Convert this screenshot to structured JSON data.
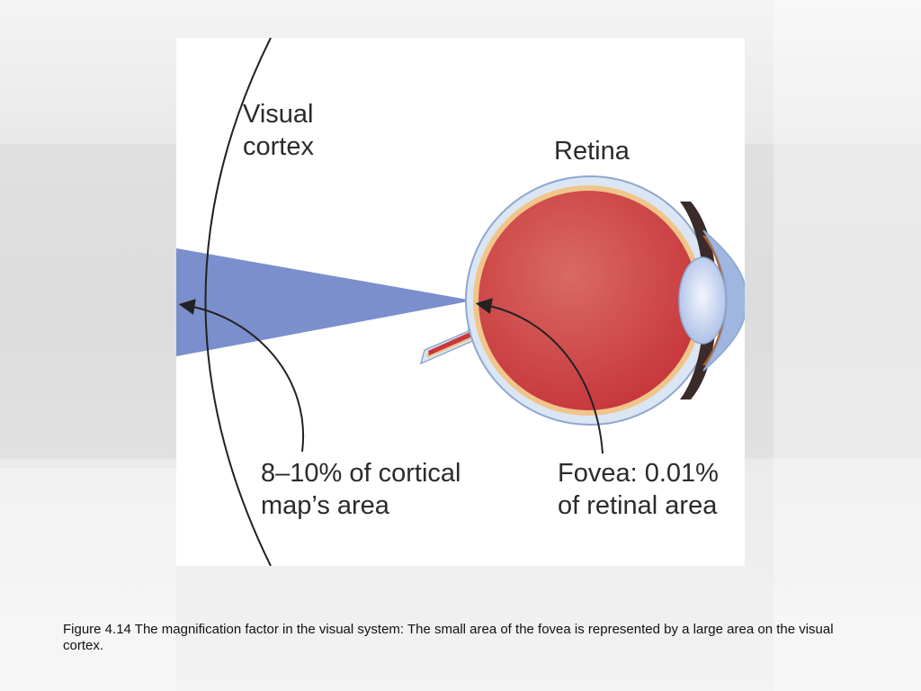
{
  "figure": {
    "labels": {
      "visual_cortex": "Visual\ncortex",
      "retina": "Retina",
      "cortical_area": "8–10% of cortical\nmap’s area",
      "fovea_area": "Fovea: 0.01%\nof retinal area"
    },
    "colors": {
      "eyeball": "#c7373c",
      "eyeball_highlight": "#d96a62",
      "sclera": "#dbe6f4",
      "sclera_edge": "#8ea7cf",
      "retina_layer": "#f1c58a",
      "projection": "#7b8fcc",
      "lens": "#d9e3f6",
      "cornea": "#9fb6e0",
      "iris": "#a8642f",
      "curve": "#222222"
    }
  },
  "caption": "Figure 4.14 The magnification factor in the visual system: The small area of the fovea is represented by a large area on the visual cortex."
}
